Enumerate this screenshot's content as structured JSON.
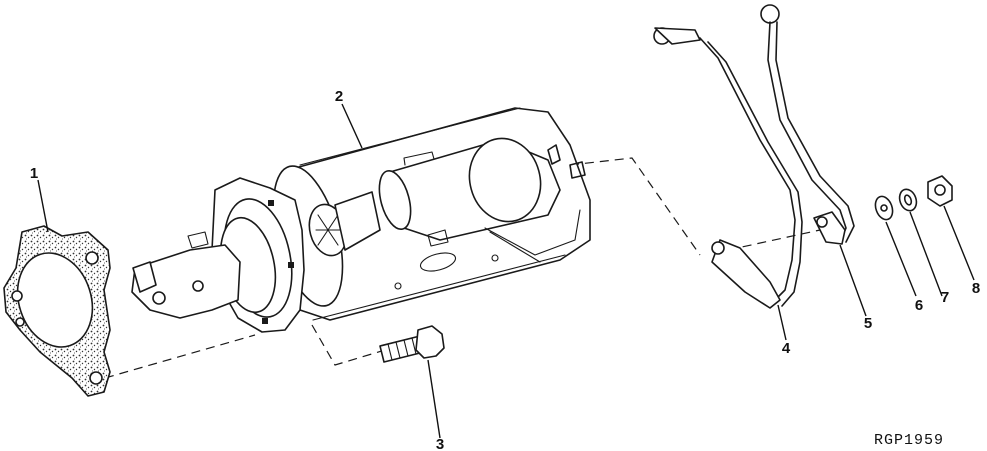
{
  "diagram": {
    "callouts": [
      {
        "id": "1",
        "label": "1"
      },
      {
        "id": "2",
        "label": "2"
      },
      {
        "id": "3",
        "label": "3"
      },
      {
        "id": "4",
        "label": "4"
      },
      {
        "id": "5",
        "label": "5"
      },
      {
        "id": "6",
        "label": "6"
      },
      {
        "id": "7",
        "label": "7"
      },
      {
        "id": "8",
        "label": "8"
      }
    ],
    "figure_ref": "RGP1959"
  }
}
